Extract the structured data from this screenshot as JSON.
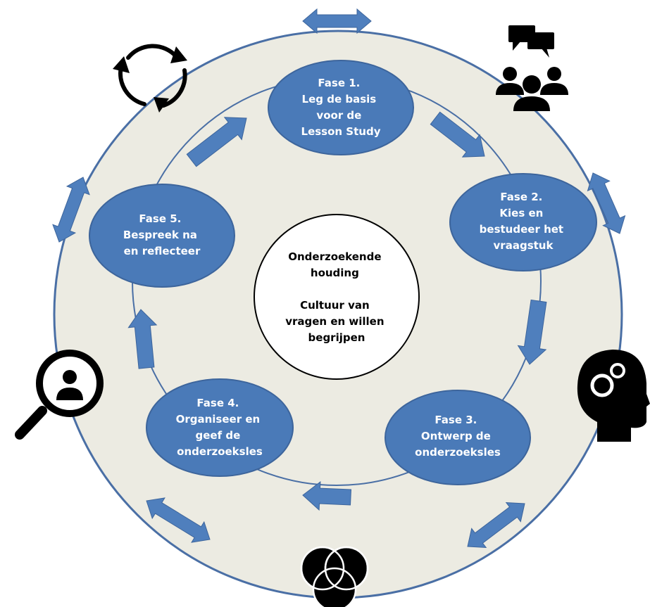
{
  "colors": {
    "ring_fill": "#ecebe2",
    "ring_stroke": "#4a6fa5",
    "phase_fill": "#4a7ab8",
    "phase_stroke": "#3d659c",
    "arrow_fill": "#4f7fbd",
    "center_fill": "#ffffff",
    "icon_color": "#000000"
  },
  "phases": [
    {
      "lines": [
        "Fase 1.",
        "Leg de basis",
        "voor de",
        "Lesson Study"
      ]
    },
    {
      "lines": [
        "Fase 2.",
        "Kies en",
        "bestudeer het",
        "vraagstuk"
      ]
    },
    {
      "lines": [
        "Fase 3.",
        "Ontwerp de",
        "onderzoeksles"
      ]
    },
    {
      "lines": [
        "Fase 4.",
        "Organiseer en",
        "geef de",
        "onderzoeksles"
      ]
    },
    {
      "lines": [
        "Fase 5.",
        "Bespreek na",
        "en reflecteer"
      ]
    }
  ],
  "center": {
    "lines": [
      "Onderzoekende",
      "houding",
      "",
      "Cultuur van",
      "vragen en willen",
      "begrijpen"
    ]
  },
  "icons": [
    {
      "name": "cycle-arrows-icon"
    },
    {
      "name": "discussion-group-icon"
    },
    {
      "name": "head-gears-icon"
    },
    {
      "name": "venn-circles-icon"
    },
    {
      "name": "magnifier-person-icon"
    }
  ]
}
